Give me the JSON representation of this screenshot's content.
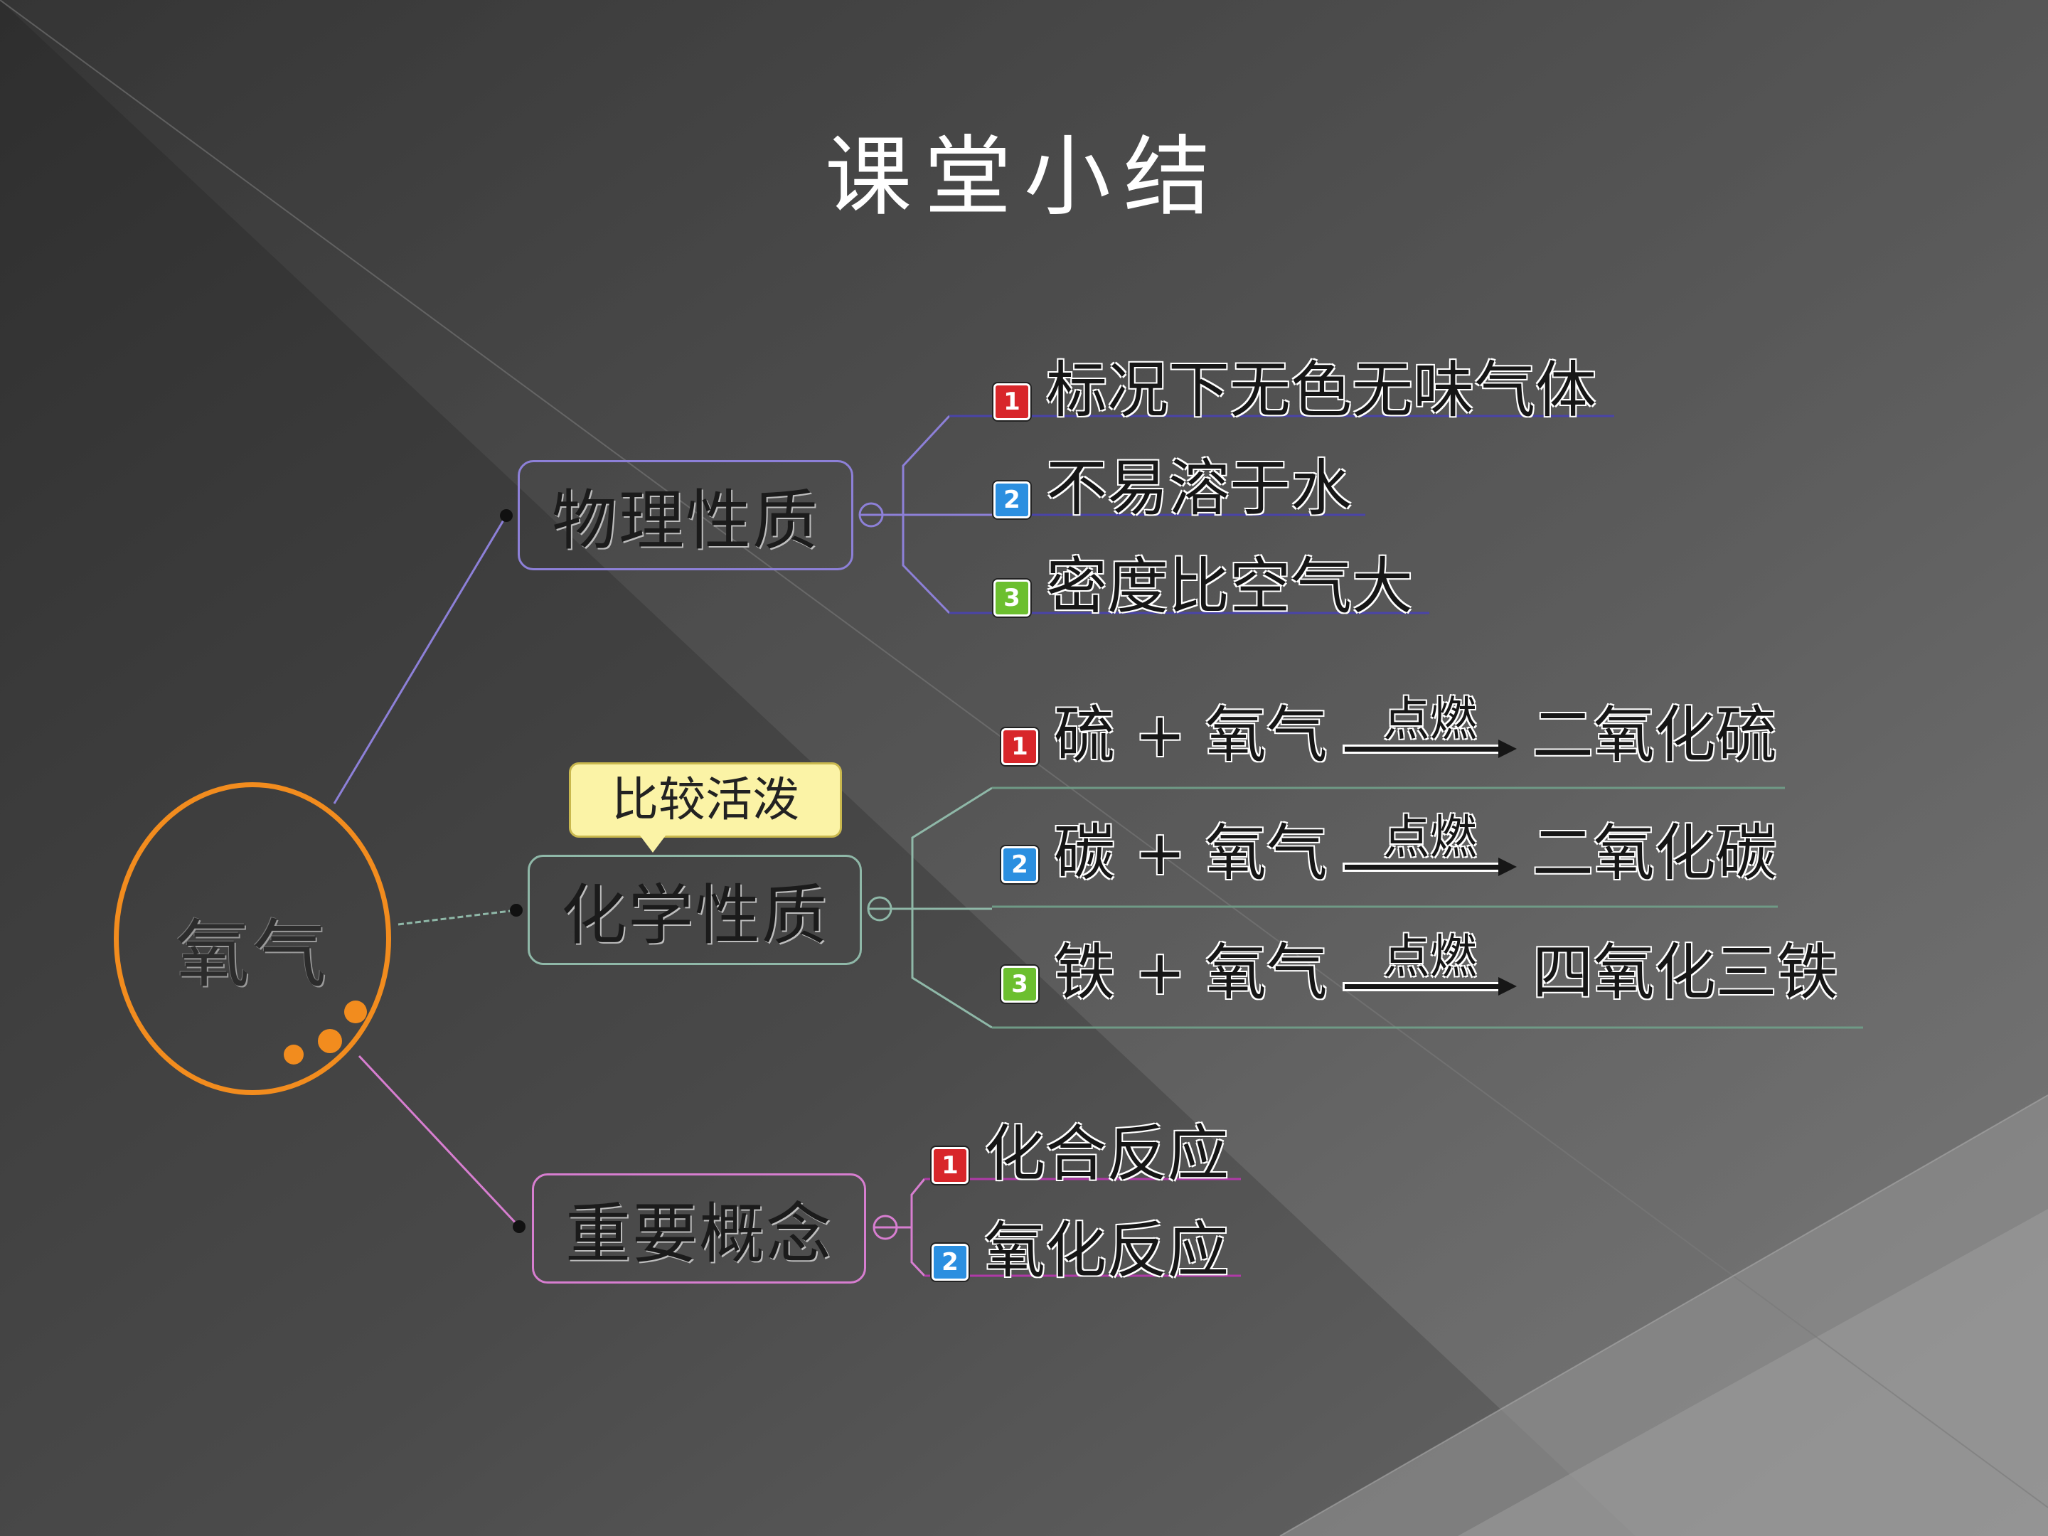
{
  "title": "课堂小结",
  "root": {
    "label": "氧气",
    "color": "#f28c1e"
  },
  "branches": [
    {
      "label": "物理性质",
      "color": "#8d80d8",
      "leaves": [
        {
          "num": "1",
          "text": "标况下无色无味气体"
        },
        {
          "num": "2",
          "text": "不易溶于水"
        },
        {
          "num": "3",
          "text": "密度比空气大"
        }
      ]
    },
    {
      "label": "化学性质",
      "color": "#8fb8a8",
      "callout": "比较活泼",
      "leaves": [
        {
          "num": "1",
          "reactants": "硫 + 氧气",
          "condition": "点燃",
          "product": "二氧化硫"
        },
        {
          "num": "2",
          "reactants": "碳 + 氧气",
          "condition": "点燃",
          "product": "二氧化碳"
        },
        {
          "num": "3",
          "reactants": "铁 + 氧气",
          "condition": "点燃",
          "product": "四氧化三铁"
        }
      ]
    },
    {
      "label": "重要概念",
      "color": "#d77ed0",
      "leaves": [
        {
          "num": "1",
          "text": "化合反应"
        },
        {
          "num": "2",
          "text": "氧化反应"
        }
      ]
    }
  ],
  "badge_colors": {
    "1": "#d8262a",
    "2": "#2b8fe0",
    "3": "#6cbf2f"
  }
}
